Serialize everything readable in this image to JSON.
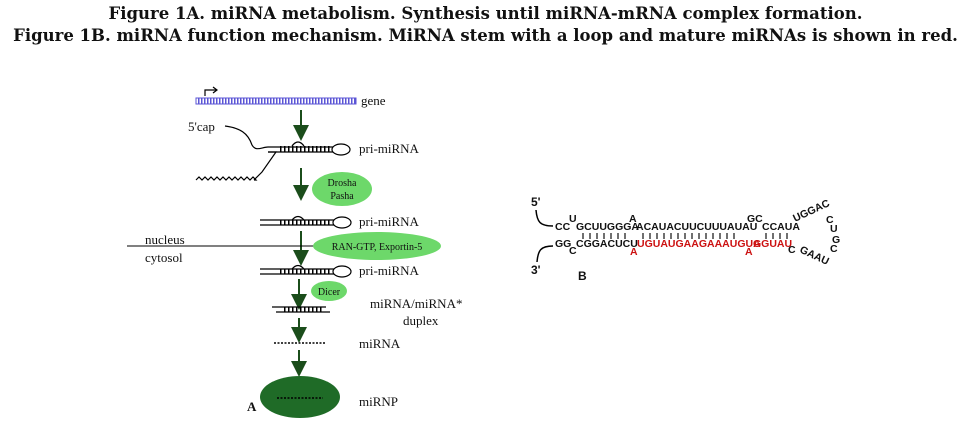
{
  "captions": {
    "fig1a": "Figure 1A. miRNA metabolism. Synthesis until miRNA-mRNA complex formation.",
    "fig1b": "Figure 1B. miRNA function mechanism. MiRNA stem with a loop and mature miRNAs is shown in red."
  },
  "panel_a": {
    "gene": "gene",
    "five_cap": "5'cap",
    "pri_mirna_1": "pri-miRNA",
    "drosha": "Drosha",
    "pasha": "Pasha",
    "pri_mirna_2": "pri-miRNA",
    "nucleus": "nucleus",
    "cytosol": "cytosol",
    "exportin": "RAN-GTP, Exportin-5",
    "pri_mirna_3": "pri-miRNA",
    "dicer": "Dicer",
    "duplex_line1": "miRNA/miRNA*",
    "duplex_line2": "duplex",
    "mirna": "miRNA",
    "mirnp": "miRNP",
    "letter": "A"
  },
  "panel_b": {
    "five_prime": "5'",
    "three_prime": "3'",
    "top_strand": "CC",
    "top_u": "U",
    "top_seq1": "GCUUGGGA",
    "top_a": "A",
    "top_seq2": "ACAUACUUCUUUAUAU",
    "top_gc": "GC",
    "top_seq3": "CCAUA",
    "loop_top": "UGGAC",
    "loop_c": "C",
    "loop_u": "U",
    "loop_g": "G",
    "loop_c2": "C",
    "loop_bottom": "GAAU",
    "bot_gg": "GG",
    "bot_c": "C",
    "bot_seq1": "CGGACUCU",
    "bot_red1": "UGUAUGAAGAAAUGUA",
    "bot_a1": "A",
    "bot_a2": "A",
    "bot_seq2": "GGUAU",
    "bot_c2": "C",
    "letter": "B",
    "mature_color": "#cc1111"
  },
  "colors": {
    "gene_bar": "#5b55d6",
    "enzyme_fill": "#6dd86a",
    "mirnp_fill": "#1f6b27",
    "arrow": "#1b4d1b"
  }
}
